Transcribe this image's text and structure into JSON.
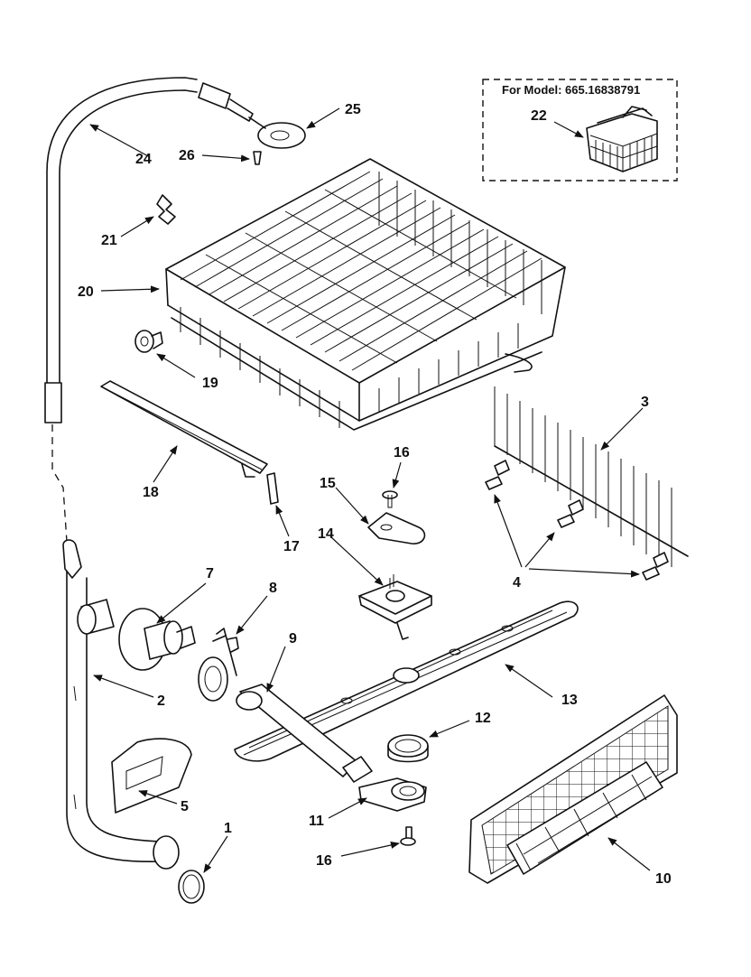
{
  "inset": {
    "title": "For Model: 665.16838791",
    "callout": "22"
  },
  "callouts": {
    "c1": "1",
    "c2": "2",
    "c3": "3",
    "c4": "4",
    "c5": "5",
    "c7": "7",
    "c8": "8",
    "c9": "9",
    "c10": "10",
    "c11": "11",
    "c12": "12",
    "c13": "13",
    "c14": "14",
    "c15": "15",
    "c16a": "16",
    "c16b": "16",
    "c17": "17",
    "c18": "18",
    "c19": "19",
    "c20": "20",
    "c21": "21",
    "c24": "24",
    "c25": "25",
    "c26": "26"
  }
}
